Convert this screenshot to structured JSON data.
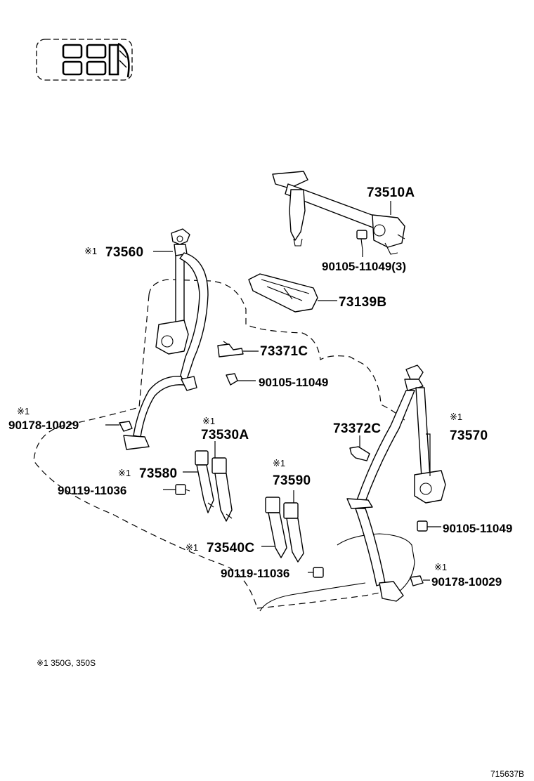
{
  "colors": {
    "ink": "#000000",
    "paper": "#ffffff"
  },
  "icons": {
    "vehicle_icon": "seat-layout-icon"
  },
  "labels": {
    "p73510A": "73510A",
    "p90105_11049_3": "90105-11049(3)",
    "p73139B": "73139B",
    "p73560": "73560",
    "p73371C": "73371C",
    "p90105_11049_a": "90105-11049",
    "p90178_10029_left": "90178-10029",
    "p73530A": "73530A",
    "p73580": "73580",
    "p90119_11036_a": "90119-11036",
    "p73372C": "73372C",
    "p73570": "73570",
    "p73590": "73590",
    "p90105_11049_b": "90105-11049",
    "p73540C": "73540C",
    "p90119_11036_b": "90119-11036",
    "p90178_10029_right": "90178-10029"
  },
  "marks": {
    "m73560": "※1",
    "m90178_left": "※1",
    "m73530A": "※1",
    "m73580": "※1",
    "m73590": "※1",
    "m73570": "※1",
    "m73540C": "※1",
    "m90178_right": "※1"
  },
  "footnote": "※1 350G, 350S",
  "figure_id": "715637B"
}
